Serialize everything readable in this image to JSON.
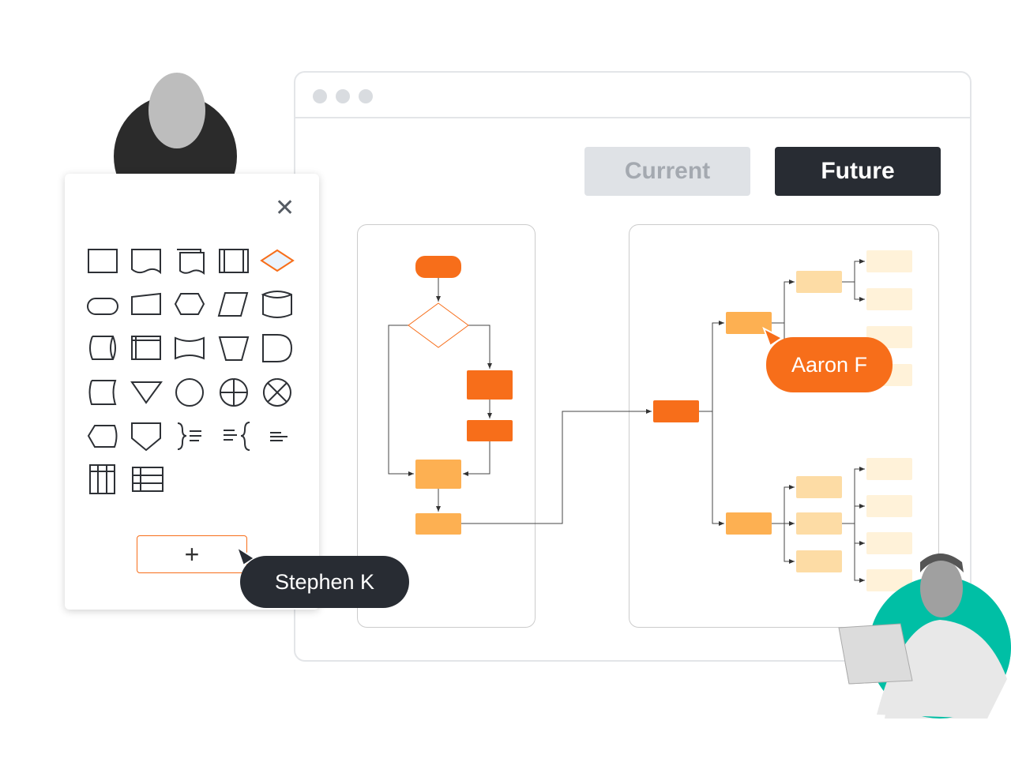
{
  "window": {
    "tabs": [
      {
        "label": "Current",
        "active": false
      },
      {
        "label": "Future",
        "active": true
      }
    ]
  },
  "shape_panel": {
    "close_icon": "close-icon",
    "add_button_label": "+",
    "shapes": [
      "rectangle",
      "document",
      "multi-document",
      "predefined-process",
      "decision",
      "terminator",
      "manual-input",
      "preparation",
      "data",
      "database",
      "direct-access-storage",
      "internal-storage",
      "punched-tape",
      "manual-operation",
      "delay",
      "stored-data",
      "merge",
      "connector",
      "summing-junction",
      "or",
      "display",
      "off-page-link",
      "annotation-right",
      "annotation-left",
      "text",
      "vertical-table",
      "horizontal-table"
    ]
  },
  "collaborators": [
    {
      "name": "Stephen K",
      "color": "#282c33"
    },
    {
      "name": "Aaron F",
      "color": "#f76e1a"
    }
  ],
  "colors": {
    "dark": "#282c33",
    "orange": "#f76e1a",
    "mid": "#fdb052",
    "light": "#fddca5",
    "lighter": "#fff2d9",
    "teal": "#00bfa5"
  }
}
